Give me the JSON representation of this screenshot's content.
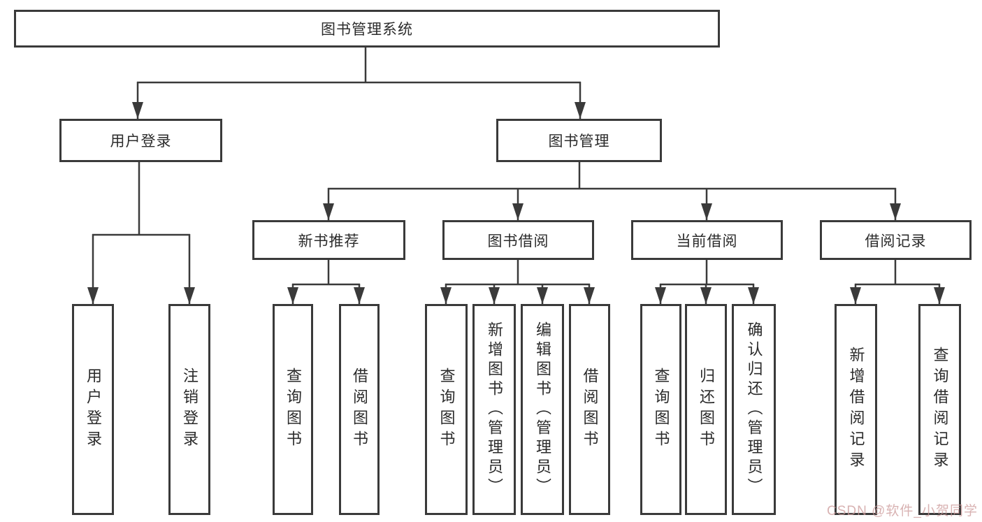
{
  "diagram": {
    "root": {
      "label": "图书管理系统"
    },
    "branches": [
      {
        "label": "用户登录",
        "children": [
          "用户登录",
          "注销登录"
        ]
      },
      {
        "label": "图书管理",
        "sections": [
          {
            "label": "新书推荐",
            "children": [
              "查询图书",
              "借阅图书"
            ]
          },
          {
            "label": "图书借阅",
            "children": [
              "查询图书",
              "新增图书（管理员）",
              "编辑图书（管理员）",
              "借阅图书"
            ]
          },
          {
            "label": "当前借阅",
            "children": [
              "查询图书",
              "归还图书",
              "确认归还（管理员）"
            ]
          },
          {
            "label": "借阅记录",
            "children": [
              "新增借阅记录",
              "查询借阅记录"
            ]
          }
        ]
      }
    ]
  },
  "colors": {
    "line": "#3a3a3a",
    "box_border": "#3a3a3a",
    "watermark": "#cc9999"
  },
  "watermark": {
    "text": "CSDN @软件_小贺同学"
  }
}
